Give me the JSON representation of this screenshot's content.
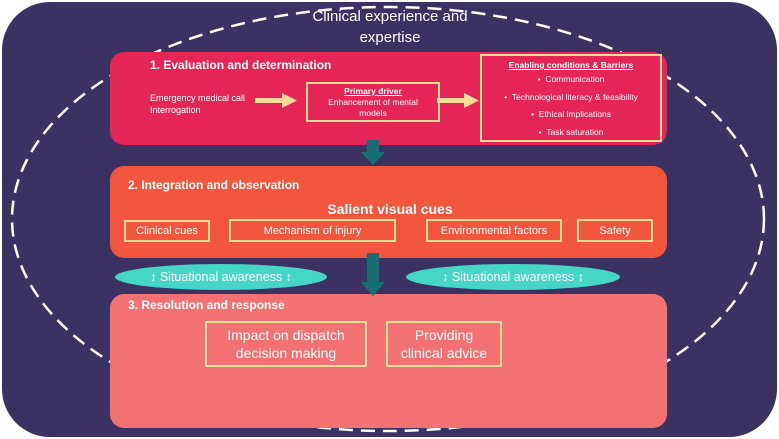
{
  "title": "Clinical experience and expertise",
  "stage1": {
    "title": "1. Evaluation and determination",
    "input": [
      "Emergency medical call",
      "Interrogation"
    ],
    "primary_driver": {
      "heading": "Primary driver",
      "text": [
        "Enhancement of mental",
        "models"
      ]
    },
    "enabling": {
      "heading": "Enabling conditions & Barriers",
      "items": [
        "Communication",
        "Technological literacy & feasibility",
        "Ethical implications",
        "Task saturation"
      ]
    }
  },
  "stage2": {
    "title": "2. Integration and observation",
    "cues_heading": "Salient visual cues",
    "cues": [
      "Clinical cues",
      "Mechanism of injury",
      "Environmental factors",
      "Safety"
    ]
  },
  "situational_awareness": [
    "↕ Situational awareness ↕",
    "↕ Situational awareness ↕"
  ],
  "stage3": {
    "title": "3. Resolution and response",
    "outcomes": [
      [
        "Impact on dispatch",
        "decision making"
      ],
      [
        "Providing",
        "clinical advice"
      ]
    ]
  },
  "colors": {
    "background": "#3b3163",
    "stage1": "#e52556",
    "stage2": "#f2563f",
    "stage3": "#f37173",
    "box_border": "#f6dd9a",
    "connector_arrow": "#166f72",
    "awareness": "#45d6c8"
  }
}
